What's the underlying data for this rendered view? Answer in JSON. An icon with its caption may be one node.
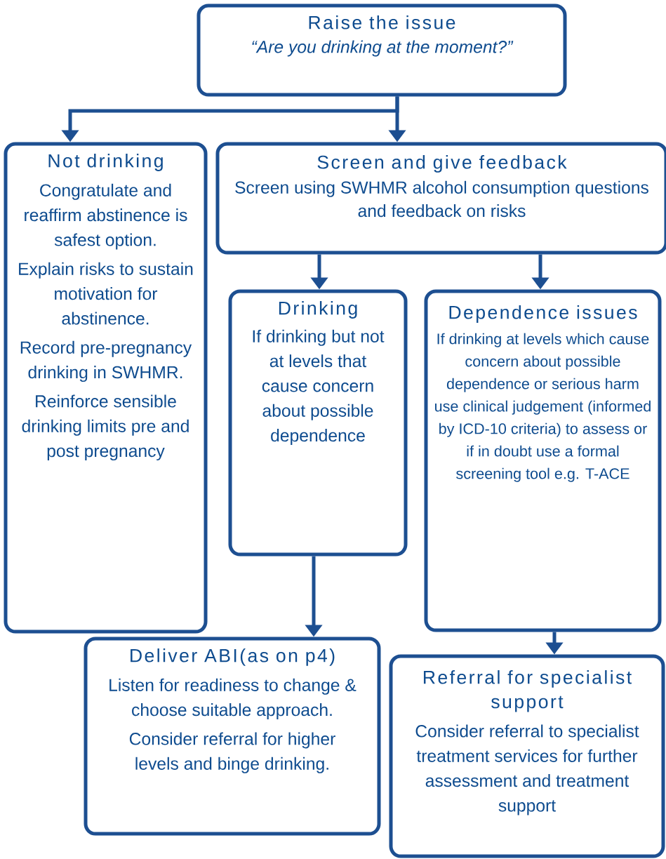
{
  "diagram": {
    "nodes": [
      {
        "text": [
          "Raise the issue",
          "“Are you drinking at the moment?”"
        ]
      },
      {
        "text": [
          "Not drinking",
          "Congratulate and reaffirm abstinence is safest option.",
          "Explain risks to sustain motivation for abstinence.",
          "Record pre-pregnancy drinking in SWHMR.",
          "Reinforce sensible drinking limits pre and post pregnancy"
        ]
      },
      {
        "text": [
          "Screen and give feedback",
          "Screen using SWHMR alcohol consumption questions and feedback on risks"
        ]
      },
      {
        "text": [
          "Drinking",
          "If drinking but not at levels that cause concern about possible dependence"
        ]
      },
      {
        "text": [
          "Dependence issues",
          "If drinking at levels which cause concern about possible dependence or serious harm use clinical judgement (informed by ICD-10 criteria) to assess or if in doubt use a formal screening tool e.g. T-ACE"
        ]
      },
      {
        "text": [
          "Deliver ABI(as on p4)",
          "Listen for readiness to change & choose suitable approach.",
          "Consider referral for higher levels and binge drinking."
        ]
      },
      {
        "text": [
          "Referral for specialist support",
          "Consider referral to specialist treatment services for further assessment and treatment support"
        ]
      }
    ],
    "edges": [
      {
        "from": 0,
        "to": 1,
        "arrow": "to"
      },
      {
        "from": 0,
        "to": 2,
        "arrow": "to"
      },
      {
        "from": 2,
        "to": 3,
        "arrow": "to"
      },
      {
        "from": 2,
        "to": 4,
        "arrow": "to"
      },
      {
        "from": 3,
        "to": 5,
        "arrow": "to"
      },
      {
        "from": 4,
        "to": 6,
        "arrow": "to"
      }
    ]
  }
}
